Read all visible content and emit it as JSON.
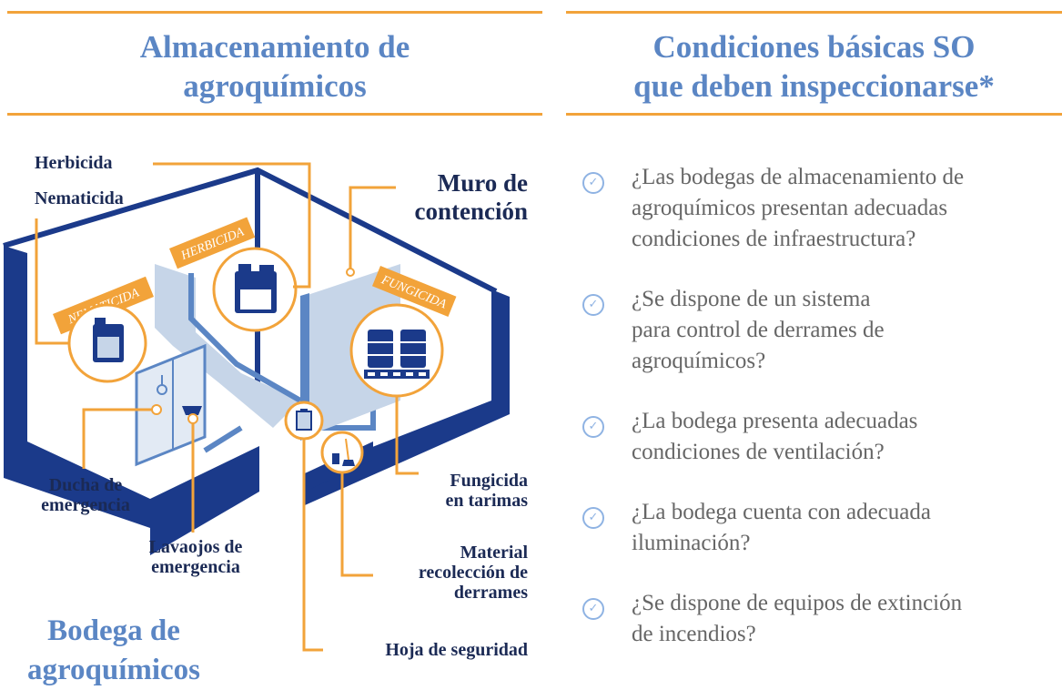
{
  "left_heading": {
    "line1": "Almacenamiento de",
    "line2": "agroquímicos"
  },
  "right_heading": {
    "line1": "Condiciones básicas SO",
    "line2": "que deben inspeccionarse*"
  },
  "diagram": {
    "callouts": {
      "herbicida": "Herbicida",
      "nematicida": "Nematicida",
      "muro_line1": "Muro de",
      "muro_line2": "contención",
      "ducha_line1": "Ducha de",
      "ducha_line2": "emergencia",
      "lavaojos_line1": "Lavaojos de",
      "lavaojos_line2": "emergencia",
      "fungicida_line1": "Fungicida",
      "fungicida_line2": "en tarimas",
      "material_line1": "Material",
      "material_line2": "recolección de",
      "material_line3": "derrames",
      "hoja": "Hoja de seguridad"
    },
    "signs": {
      "nematicida": "NEMATICIDA",
      "herbicida": "HERBICIDA",
      "fungicida": "FUNGICIDA"
    },
    "title": {
      "line1": "Bodega de",
      "line2": "agroquímicos"
    }
  },
  "checklist": {
    "icon": "check-circle-icon",
    "items": [
      {
        "lines": [
          "¿Las bodegas de almacenamiento de",
          "agroquímicos presentan adecuadas",
          "condiciones de infraestructura?"
        ]
      },
      {
        "lines": [
          "¿Se dispone de un sistema",
          "para control de derrames de",
          "agroquímicos?"
        ]
      },
      {
        "lines": [
          "¿La bodega presenta adecuadas",
          "condiciones de ventilación?"
        ]
      },
      {
        "lines": [
          "¿La bodega cuenta con adecuada",
          "iluminación?"
        ]
      },
      {
        "lines": [
          "¿Se dispone de equipos de extinción",
          "de incendios?"
        ]
      }
    ]
  },
  "colors": {
    "accent": "#f2a33a",
    "heading": "#5b86c4",
    "navy": "#1b3a8a",
    "label": "#1b2a55",
    "body_text": "#666666",
    "check": "#8fb3e3"
  }
}
